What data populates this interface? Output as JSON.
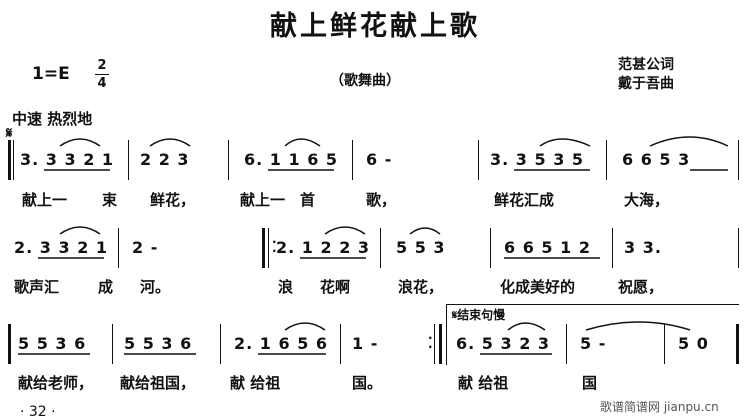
{
  "title": "献上鲜花献上歌",
  "key": "1=E",
  "meter": {
    "top": "2",
    "bottom": "4"
  },
  "genre": "（歌舞曲）",
  "lyricist": "范甚公词",
  "composer": "戴于吾曲",
  "tempo": "中速 热烈地",
  "segno": "𝄋",
  "lines": [
    {
      "measures": [
        "3. 3 3 2 1",
        "2 2 3",
        "6. 1 1 6 5",
        "6 -",
        "3. 3 5 3 5",
        "6 6 5 3"
      ],
      "lyrics": [
        "献上一",
        "束",
        "鲜花，",
        "献上一",
        "首",
        "歌，",
        "鲜花汇成",
        "大海，"
      ]
    },
    {
      "measures": [
        "2. 3 3 2 1",
        "2 -",
        "2. 1 2 2 3",
        "5 5 3",
        "6 6 5 1 2",
        "3 3."
      ],
      "lyrics": [
        "歌声汇",
        "成",
        "河。",
        "浪",
        "花啊",
        "浪花，",
        "化成美好的",
        "祝愿，"
      ]
    },
    {
      "measures": [
        "5 5 3 6",
        "5 5 3 6",
        "2. 1 6 5 6",
        "1 -",
        "6. 5 3 2 3",
        "5 -",
        "5 0"
      ],
      "lyrics": [
        "献给老师，",
        "献给祖国，",
        "献 给祖",
        "国。",
        "献 给祖",
        "国"
      ]
    }
  ],
  "ending_label": "𝄋结束句慢",
  "page_number": "· 32 ·",
  "watermark": "歌谱简谱网 jianpu.cn"
}
